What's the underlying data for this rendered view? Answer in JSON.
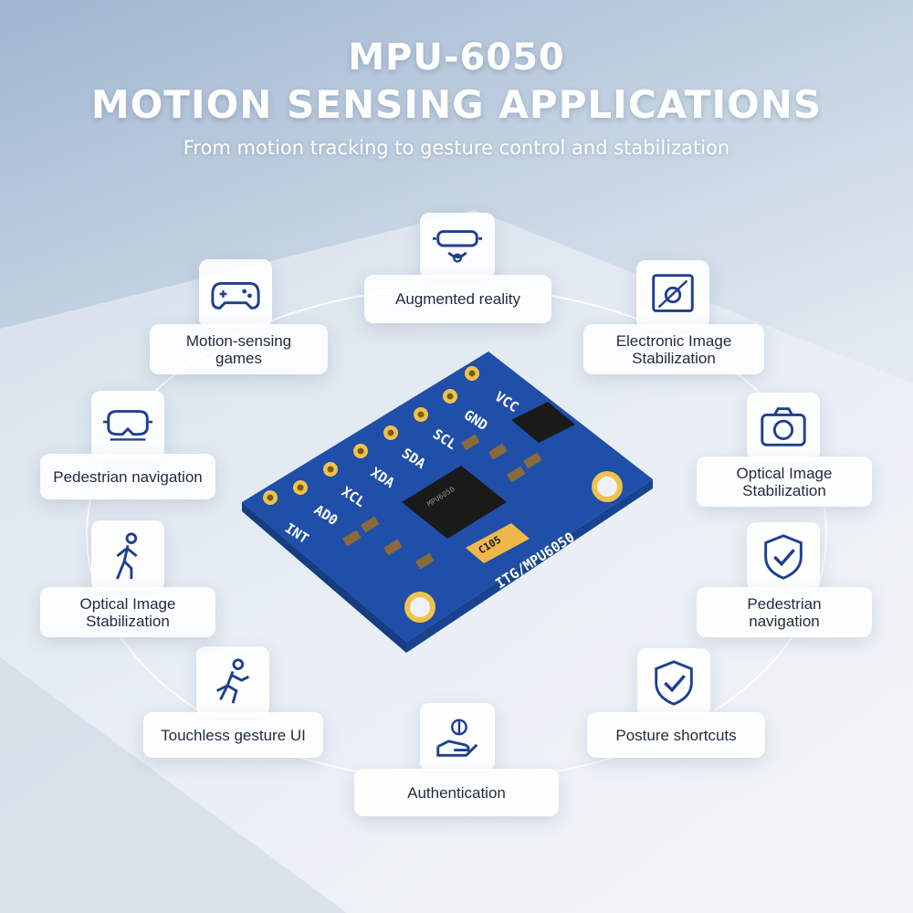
{
  "header": {
    "title_line1": "MPU-6050",
    "title_line2": "MOTION SENSING APPLICATIONS",
    "subtitle": "From motion tracking to gesture control and stabilization"
  },
  "board": {
    "pins": [
      "VCC",
      "GND",
      "SCL",
      "SDA",
      "XDA",
      "XCL",
      "AD0",
      "INT"
    ],
    "chip_label": "MPU6050",
    "capacitor_label": "C105",
    "side_label": "ITG/MPU6050"
  },
  "applications": [
    {
      "label": "Augmented reality",
      "icon": "vr-headset-icon"
    },
    {
      "label": "Electronic Image Stabilization",
      "icon": "image-stabilization-icon"
    },
    {
      "label": "Optical Image Stabilization",
      "icon": "camera-icon"
    },
    {
      "label": "Pedestrian navigation",
      "icon": "shield-check-icon"
    },
    {
      "label": "Posture shortcuts",
      "icon": "shield-check-icon"
    },
    {
      "label": "Authentication",
      "icon": "hand-touch-icon"
    },
    {
      "label": "Touchless gesture UI",
      "icon": "running-person-icon"
    },
    {
      "label": "Optical Image Stabilization",
      "icon": "walking-person-icon"
    },
    {
      "label": "Pedestrian navigation",
      "icon": "vr-goggles-icon"
    },
    {
      "label": "Motion-sensing games",
      "icon": "gamepad-icon"
    }
  ],
  "colors": {
    "accent": "#1f3f8f",
    "board": "#1f4fa8",
    "text": "#1f2b3d"
  }
}
